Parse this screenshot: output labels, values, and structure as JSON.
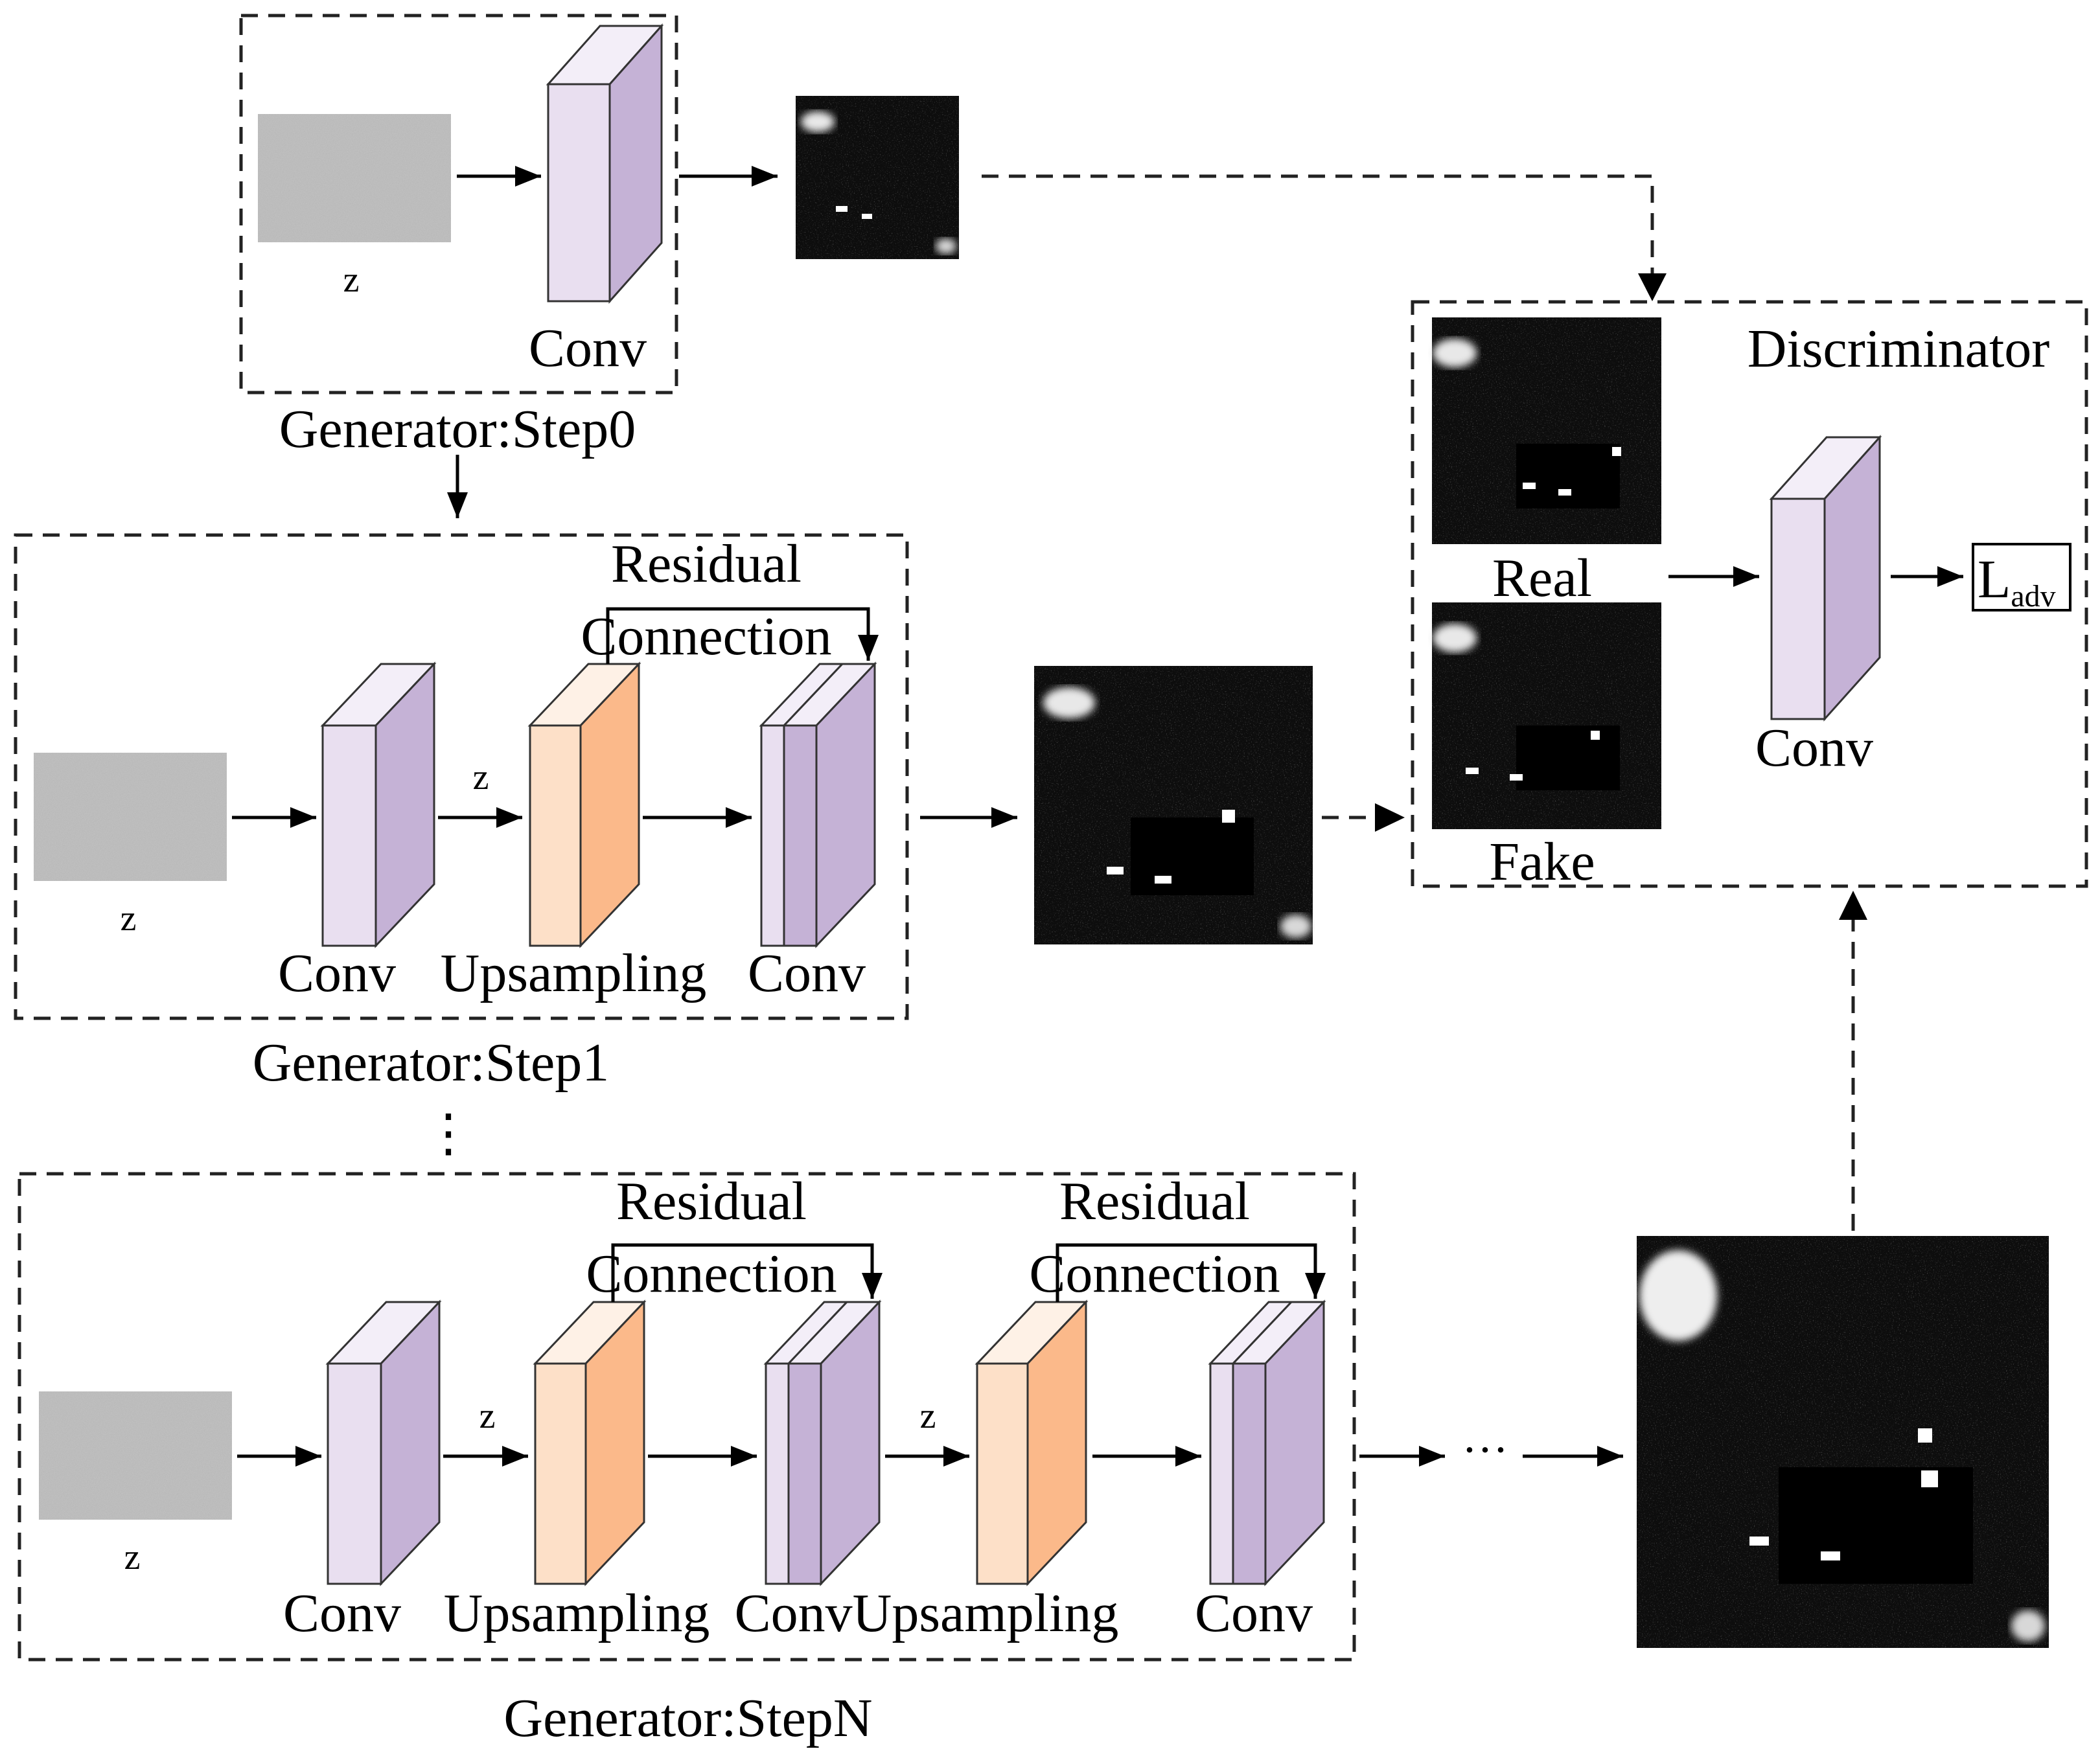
{
  "labels": {
    "z": "z",
    "conv": "Conv",
    "upsampling": "Upsampling",
    "conv_upsampling": "ConvUpsampling",
    "residual": "Residual",
    "connection": "Connection",
    "real": "Real",
    "fake": "Fake",
    "discriminator": "Discriminator",
    "loss_main": "L",
    "loss_sub": "adv",
    "ellipsis_h": "···",
    "ellipsis_v": "⋮"
  },
  "titles": {
    "step0": "Generator:Step0",
    "step1": "Generator:Step1",
    "stepN": "Generator:StepN"
  },
  "colors": {
    "conv_front": "#e9dff0",
    "conv_side": "#c5b2d6",
    "conv_top": "#f3eef8",
    "up_front": "#fde0c8",
    "up_side": "#fbb98a",
    "up_top": "#fef1e6",
    "noise_base": "#b5b5b5",
    "sar_background": "#0d0d0d"
  }
}
